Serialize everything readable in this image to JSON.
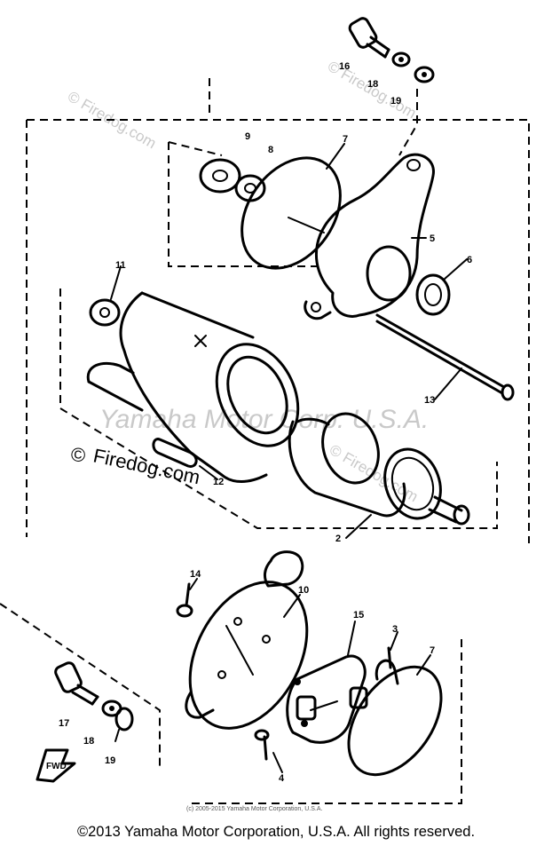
{
  "watermarks": {
    "firedog_small": "© Firedog.com",
    "firedog_large_symbol": "©",
    "firedog_large_text": "Firedog.com",
    "yamaha_motor_corp": "Yamaha Motor Corp. U.S.A.",
    "fine_print": "(c) 2005-2015 Yamaha Motor Corporation, U.S.A."
  },
  "callouts": [
    "16",
    "18",
    "19",
    "9",
    "8",
    "7",
    "5",
    "6",
    "11",
    "13",
    "12",
    "2",
    "14",
    "10",
    "15",
    "3",
    "7",
    "4",
    "17",
    "18",
    "19"
  ],
  "footer": {
    "copyright": "©2013 Yamaha Motor Corporation, U.S.A. All rights reserved."
  },
  "colors": {
    "line": "#000000",
    "watermark": "#c9c9c9",
    "background": "#ffffff"
  }
}
